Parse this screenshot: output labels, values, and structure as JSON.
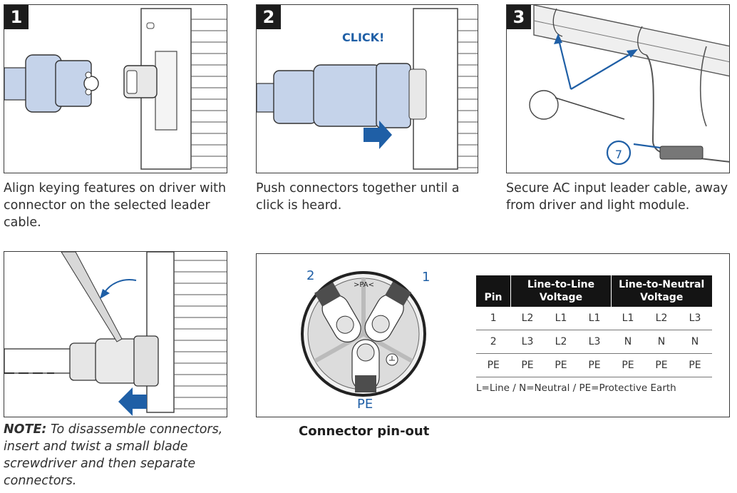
{
  "steps": [
    {
      "badge": "1",
      "caption": "Align keying features on driver with connector on the selected leader cable."
    },
    {
      "badge": "2",
      "caption": "Push connectors together until a click is heard.",
      "callout": "CLICK!"
    },
    {
      "badge": "3",
      "caption": "Secure AC input leader cable, away from driver and light module.",
      "callout_number": "7"
    }
  ],
  "note": {
    "label": "NOTE:",
    "text": " To disassemble connectors, insert and twist a small blade screwdriver and then separate connectors."
  },
  "pinout": {
    "title": "Connector pin-out",
    "diagram_labels": {
      "pin2": "2",
      "pin1": "1",
      "pe": "PE",
      "keying": ">PA<"
    },
    "table": {
      "headers": {
        "pin": "Pin",
        "line_to_line": "Line-to-Line Voltage",
        "line_to_neutral": "Line-to-Neutral Voltage"
      },
      "rows": [
        [
          "1",
          "L2",
          "L1",
          "L1",
          "L1",
          "L2",
          "L3"
        ],
        [
          "2",
          "L3",
          "L2",
          "L3",
          "N",
          "N",
          "N"
        ],
        [
          "PE",
          "PE",
          "PE",
          "PE",
          "PE",
          "PE",
          "PE"
        ]
      ]
    },
    "legend": "L=Line / N=Neutral / PE=Protective Earth"
  },
  "colors": {
    "accent_blue": "#1f5fa6",
    "cable_blue": "#c5d3ea",
    "dark": "#1c1c1c"
  }
}
